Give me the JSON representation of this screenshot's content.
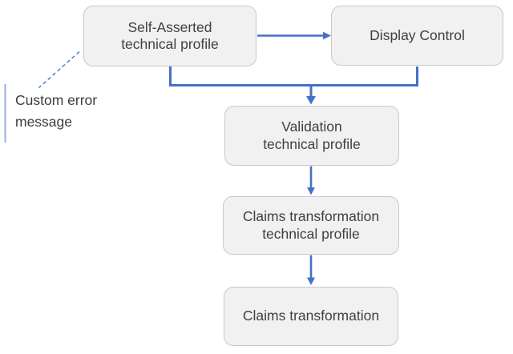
{
  "colors": {
    "node_fill": "#f1f1f1",
    "node_border": "#c9c9c9",
    "node_text": "#404040",
    "arrow_blue": "#4472c4",
    "dashed_blue": "#5585d0",
    "bar_blue": "#8faadc",
    "background": "#ffffff"
  },
  "nodes": {
    "self_asserted": "Self-Asserted\ntechnical profile",
    "display_control": "Display Control",
    "validation": "Validation\ntechnical profile",
    "claims_transformation_profile": "Claims transformation\ntechnical profile",
    "claims_transformation": "Claims transformation"
  },
  "annotation": {
    "custom_error": "Custom error\nmessage"
  }
}
